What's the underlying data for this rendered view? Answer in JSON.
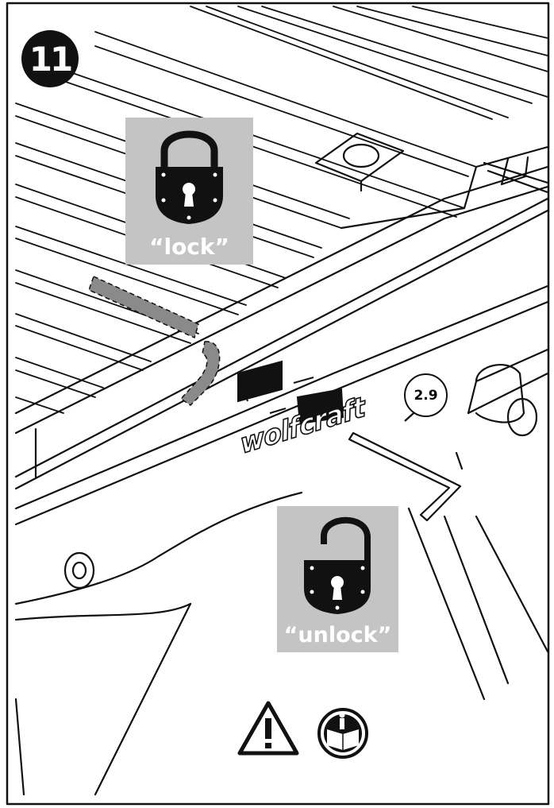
{
  "step": {
    "number": "11"
  },
  "lock_panel": {
    "caption": "“lock”"
  },
  "unlock_panel": {
    "caption": "“unlock”"
  },
  "hex_key": {
    "size_label": "2.9"
  },
  "brand": {
    "text": "wolfcraft"
  },
  "colors": {
    "line": "#111111",
    "panel_grey": "#c4c4c4",
    "highlight_grey": "#8a8a8a"
  },
  "icons": [
    "padlock-closed-icon",
    "padlock-open-icon",
    "warning-triangle-icon",
    "read-manual-icon",
    "double-arrow-icon",
    "hex-key-icon"
  ]
}
